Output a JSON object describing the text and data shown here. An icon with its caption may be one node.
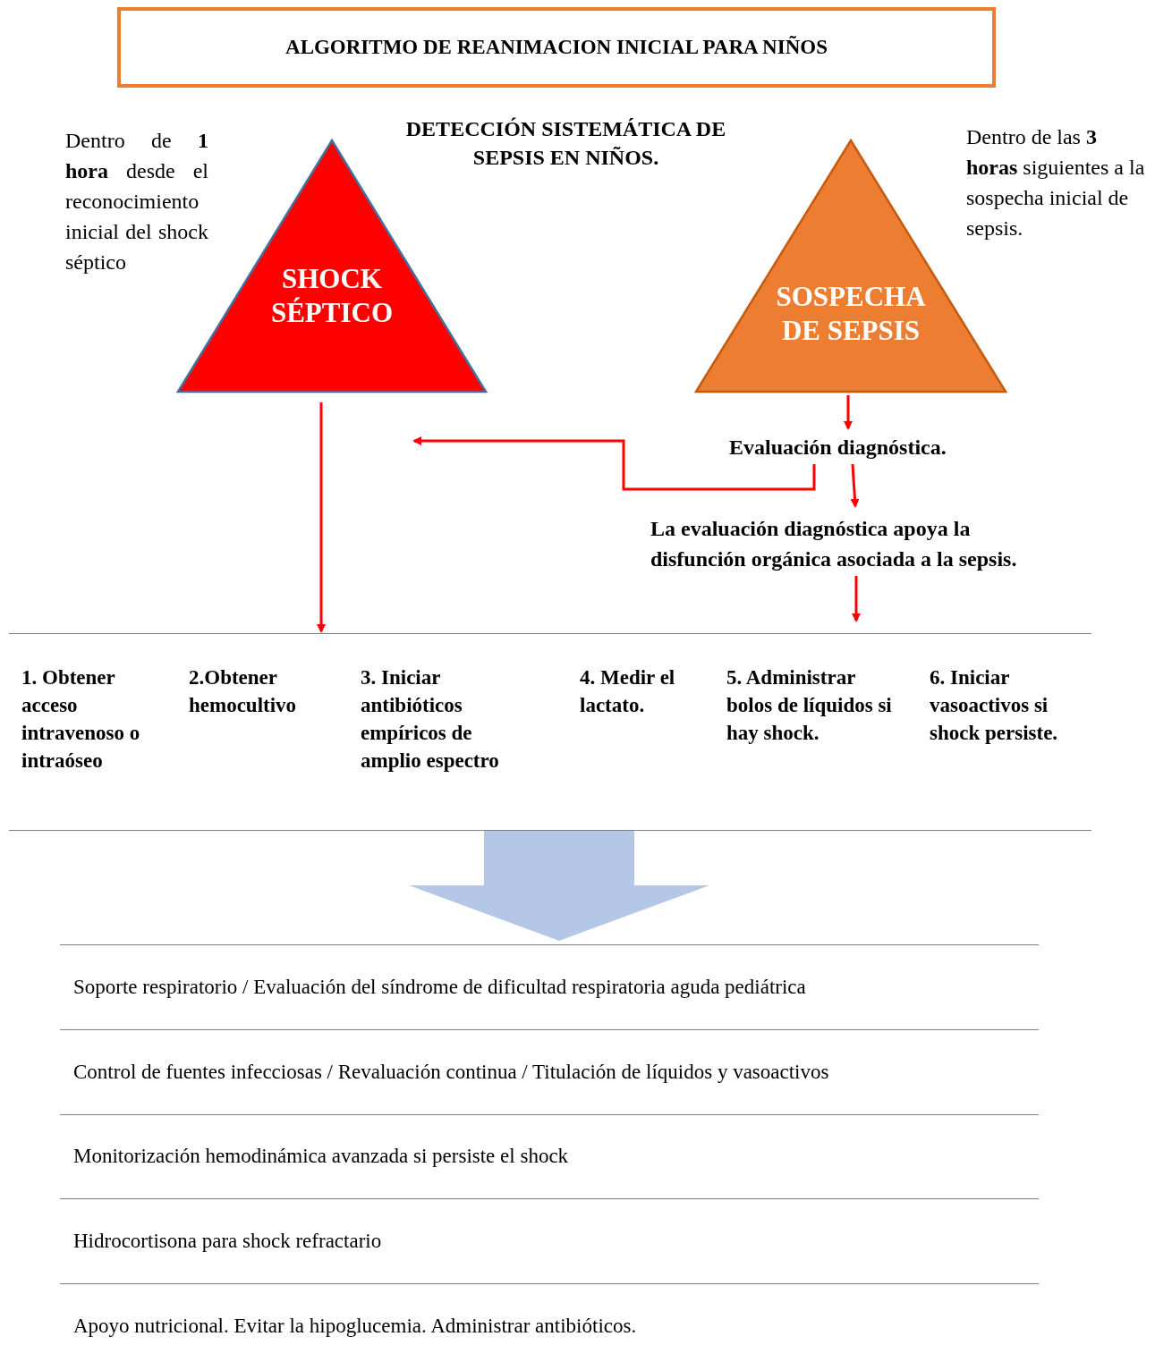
{
  "diagram": {
    "title": "ALGORITMO DE REANIMACION INICIAL PARA NIÑOS",
    "nodes": [
      {
        "text": [
          "SHOCK SÉPTICO"
        ],
        "beside": [
          "Dentro de **1 hora** desde el reconocimiento inicial del shock séptico"
        ]
      },
      {
        "text": [
          "SOSPECHA DE SEPSIS"
        ],
        "beside": [
          "Dentro de las **3 horas** siguientes a la sospecha inicial de sepsis."
        ]
      },
      {
        "text": [
          "Evaluación diagnóstica."
        ]
      },
      {
        "text": [
          "La evaluación diagnóstica apoya la disfunción orgánica asociada a la sepsis."
        ]
      },
      {
        "text": [],
        "shape": "band"
      },
      {
        "text": [
          "1. Obtener acceso intravenoso o intraóseo"
        ],
        "in": 4
      },
      {
        "text": [
          "2.Obtener hemocultivo"
        ],
        "in": 4
      },
      {
        "text": [
          "3. Iniciar antibióticos empíricos de amplio espectro"
        ],
        "in": 4
      },
      {
        "text": [
          "4. Medir el lactato."
        ],
        "in": 4
      },
      {
        "text": [
          "5. Administrar bolos de líquidos si hay shock."
        ],
        "in": 4
      },
      {
        "text": [
          "6. Iniciar vasoactivos si shock persiste."
        ],
        "in": 4
      },
      {
        "text": [],
        "shape": "band"
      },
      {
        "text": [
          "Soporte respiratorio /  Evaluación del síndrome de dificultad respiratoria aguda pediátrica"
        ],
        "in": 11
      },
      {
        "text": [
          "Control de fuentes infecciosas /  Revaluación continua /  Titulación de líquidos y vasoactivos"
        ],
        "in": 11
      },
      {
        "text": [
          "Monitorización hemodinámica avanzada si persiste el shock"
        ],
        "in": 11
      },
      {
        "text": [
          "Hidrocortisona para shock refractario"
        ],
        "in": 11
      },
      {
        "text": [
          "Apoyo nutricional. Evitar la hipoglucemia. Administrar antibióticos."
        ],
        "in": 11
      }
    ],
    "edges": [
      {
        "from": 0,
        "to": 4,
        "arrow": "to"
      },
      {
        "from": 1,
        "to": 2,
        "arrow": "to"
      },
      {
        "from": 2,
        "to": 3,
        "arrow": "to"
      },
      {
        "from": 2,
        "to": null,
        "arrow": "to"
      },
      {
        "from": 3,
        "to": 4,
        "arrow": "to"
      },
      {
        "from": 4,
        "to": 11,
        "arrow": "to",
        "style": "thick",
        "color": "#b4c7e7"
      }
    ],
    "labels": [
      "DETECCIÓN SISTEMÁTICA DE SEPSIS EN NIÑOS."
    ]
  }
}
